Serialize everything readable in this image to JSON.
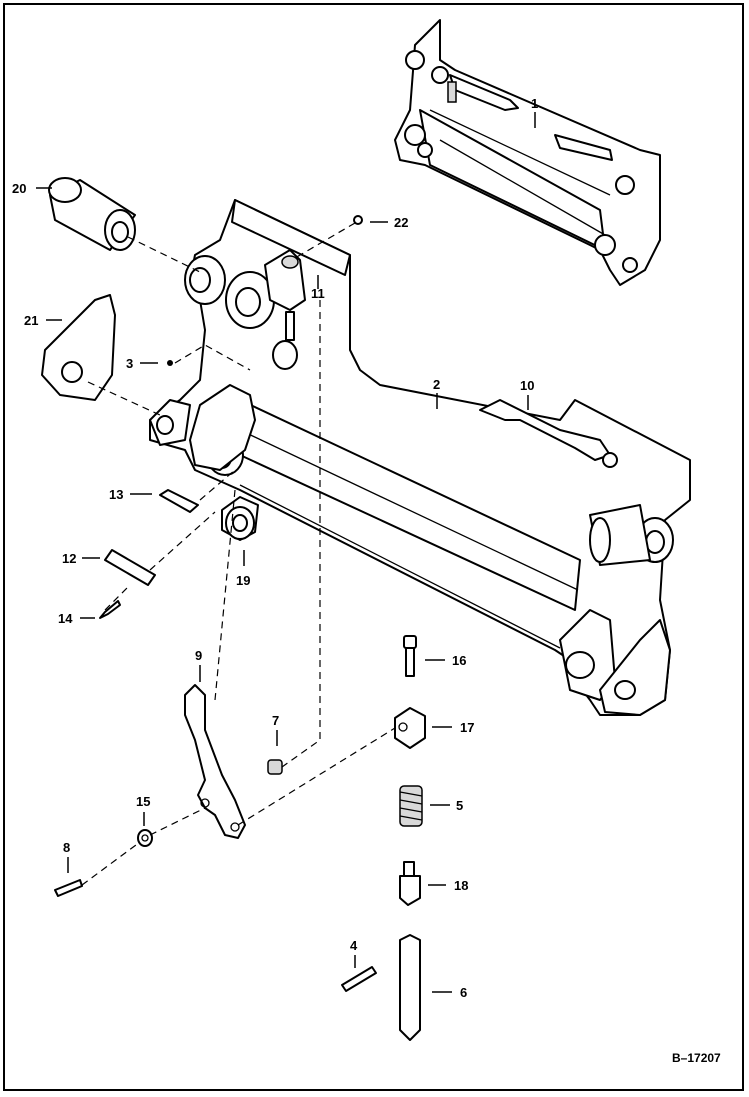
{
  "diagram": {
    "reference": "B–17207",
    "callouts": [
      {
        "id": "c1",
        "label": "1"
      },
      {
        "id": "c2",
        "label": "2"
      },
      {
        "id": "c3",
        "label": "3"
      },
      {
        "id": "c4",
        "label": "4"
      },
      {
        "id": "c5",
        "label": "5"
      },
      {
        "id": "c6",
        "label": "6"
      },
      {
        "id": "c7",
        "label": "7"
      },
      {
        "id": "c8",
        "label": "8"
      },
      {
        "id": "c9",
        "label": "9"
      },
      {
        "id": "c10",
        "label": "10"
      },
      {
        "id": "c11",
        "label": "11"
      },
      {
        "id": "c12",
        "label": "12"
      },
      {
        "id": "c13",
        "label": "13"
      },
      {
        "id": "c14",
        "label": "14"
      },
      {
        "id": "c15",
        "label": "15"
      },
      {
        "id": "c16",
        "label": "16"
      },
      {
        "id": "c17",
        "label": "17"
      },
      {
        "id": "c18",
        "label": "18"
      },
      {
        "id": "c19",
        "label": "19"
      },
      {
        "id": "c20",
        "label": "20"
      },
      {
        "id": "c21",
        "label": "21"
      },
      {
        "id": "c22",
        "label": "22"
      }
    ]
  }
}
